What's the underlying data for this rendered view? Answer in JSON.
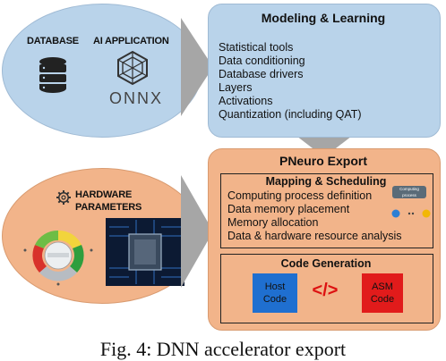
{
  "top_left": {
    "database_label": "DATABASE",
    "ai_app_label": "AI APPLICATION",
    "onnx_label": "ONNX"
  },
  "bottom_left": {
    "hardware_label_1": "HARDWARE",
    "hardware_label_2": "PARAMETERS"
  },
  "modeling": {
    "title": "Modeling & Learning",
    "items": [
      "Statistical tools",
      "Data conditioning",
      "Database drivers",
      "Layers",
      "Activations",
      "Quantization (including QAT)"
    ]
  },
  "export": {
    "title": "PNeuro Export",
    "mapping": {
      "title": "Mapping & Scheduling",
      "items": [
        "Computing process definition",
        "Data memory placement",
        "Memory allocation",
        "Data & hardware resource analysis"
      ],
      "badge": "Computing process"
    },
    "codegen": {
      "title": "Code Generation",
      "host_line1": "Host",
      "host_line2": "Code",
      "asm_line1": "ASM",
      "asm_line2": "Code",
      "symbol": "</>"
    }
  },
  "caption": "Fig. 4: DNN accelerator export",
  "colors": {
    "blue_fill": "#b9d3ea",
    "orange_fill": "#f2b48a",
    "arrow_gray": "#a6a6a6",
    "host_blue": "#1f6fd0",
    "asm_red": "#e11b1b"
  }
}
